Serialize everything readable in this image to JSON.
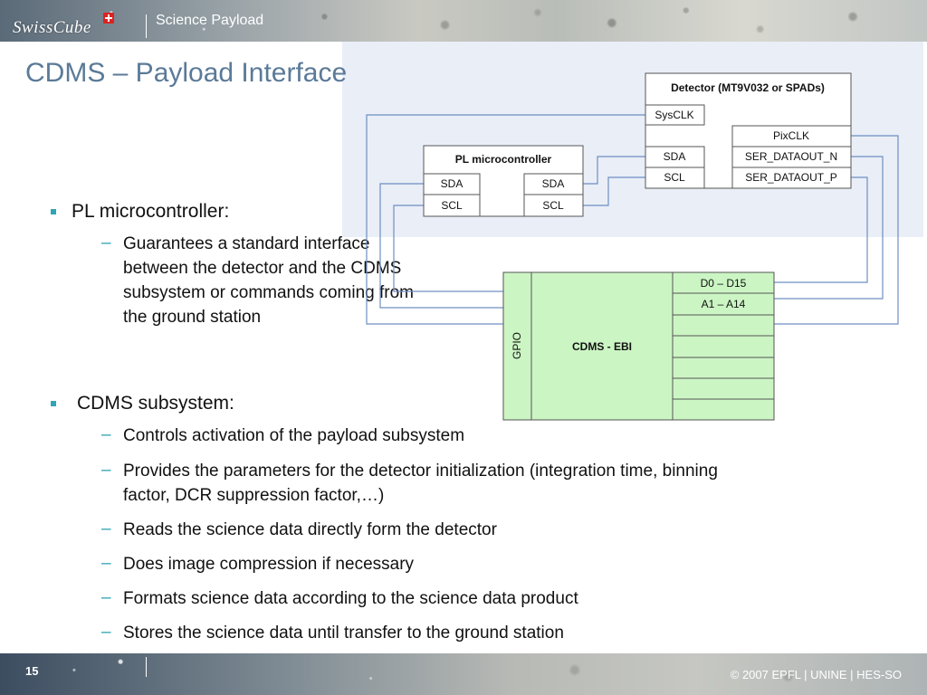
{
  "header": {
    "logo_text": "SwissCube",
    "section": "Science Payload"
  },
  "title": "CDMS – Payload Interface",
  "bullets": [
    {
      "label": "PL microcontroller:",
      "items": [
        [
          "Guarantees a standard interface",
          "between the detector and the CDMS",
          "subsystem or commands coming from",
          "the ground station"
        ]
      ]
    },
    {
      "label": "CDMS subsystem:",
      "items": [
        [
          "Controls activation of the payload subsystem"
        ],
        [
          "Provides the parameters for the detector initialization (integration time, binning",
          "factor, DCR suppression factor,…)"
        ],
        [
          "Reads the science data directly form the detector"
        ],
        [
          "Does image compression if necessary"
        ],
        [
          "Formats science data according to the science data product"
        ],
        [
          "Stores the science data until transfer to the ground station"
        ]
      ]
    }
  ],
  "diagram": {
    "detector": {
      "title": "Detector (MT9V032 or SPADs)",
      "sysclk": "SysCLK",
      "pixclk": "PixCLK",
      "sda": "SDA",
      "scl": "SCL",
      "ser_n": "SER_DATAOUT_N",
      "ser_p": "SER_DATAOUT_P"
    },
    "microcontroller": {
      "title": "PL microcontroller",
      "sda_left": "SDA",
      "scl_left": "SCL",
      "sda_right": "SDA",
      "scl_right": "SCL"
    },
    "cdms": {
      "gpio": "GPIO",
      "label": "CDMS - EBI",
      "d_bus": "D0 – D15",
      "a_bus": "A1 – A14"
    },
    "colors": {
      "wire": "#6f8fc2",
      "box_fill": "#ffffff",
      "cdms_fill": "#ccf5c4",
      "bg": "#e9eef7"
    }
  },
  "footer": {
    "page": "15",
    "copyright": "© 2007   EPFL | UNINE | HES-SO"
  }
}
